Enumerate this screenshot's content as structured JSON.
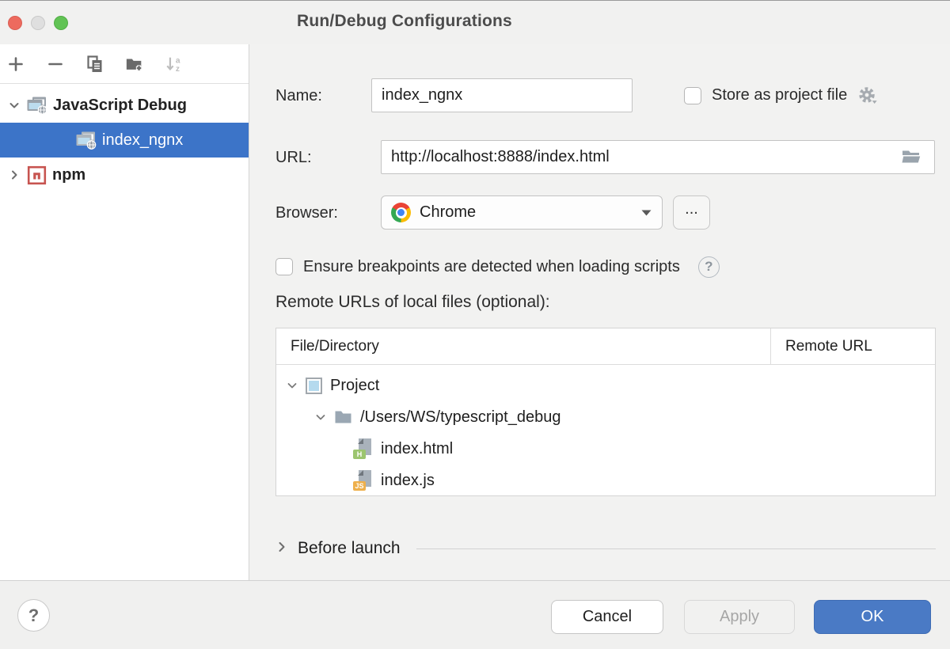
{
  "titlebar": {
    "title": "Run/Debug Configurations"
  },
  "sidebar": {
    "toolbar": {
      "add": "add",
      "remove": "remove",
      "copy": "copy-configuration",
      "new_folder": "new-folder",
      "sort": "sort-alphabetically"
    },
    "tree": [
      {
        "label": "JavaScript Debug",
        "type": "js-debug-group",
        "expanded": true
      },
      {
        "label": "index_ngnx",
        "type": "js-debug-config",
        "selected": true
      },
      {
        "label": "npm",
        "type": "npm-group",
        "expanded": false
      }
    ]
  },
  "form": {
    "name_label": "Name:",
    "name_value": "index_ngnx",
    "store_checkbox_label": "Store as project file",
    "url_label": "URL:",
    "url_value": "http://localhost:8888/index.html",
    "browser_label": "Browser:",
    "browser_value": "Chrome",
    "browser_more_label": "...",
    "ensure_checkbox_label": "Ensure breakpoints are detected when loading scripts",
    "help_badge": "?",
    "remote_urls_label": "Remote URLs of local files (optional):",
    "table": {
      "columns": [
        "File/Directory",
        "Remote URL"
      ],
      "rows": [
        {
          "label": "Project",
          "icon": "project",
          "expanded": true
        },
        {
          "label": "/Users/WS/typescript_debug",
          "icon": "folder",
          "expanded": true
        },
        {
          "label": "index.html",
          "icon": "html-file",
          "badge": "H"
        },
        {
          "label": "index.js",
          "icon": "js-file",
          "badge": "JS"
        }
      ]
    },
    "before_launch_label": "Before launch"
  },
  "footer": {
    "help_label": "?",
    "cancel_label": "Cancel",
    "apply_label": "Apply",
    "ok_label": "OK"
  },
  "colors": {
    "selection_blue": "#3c74c8",
    "ok_blue": "#4a7ac5",
    "npm_red": "#c75450",
    "html_green": "#9cc56f",
    "js_amber": "#eeb04d",
    "project_blue": "#b5daee",
    "chrome_red": "#ea4335",
    "chrome_yellow": "#fbbc05",
    "chrome_green": "#34a853",
    "chrome_blue": "#4285f4"
  }
}
